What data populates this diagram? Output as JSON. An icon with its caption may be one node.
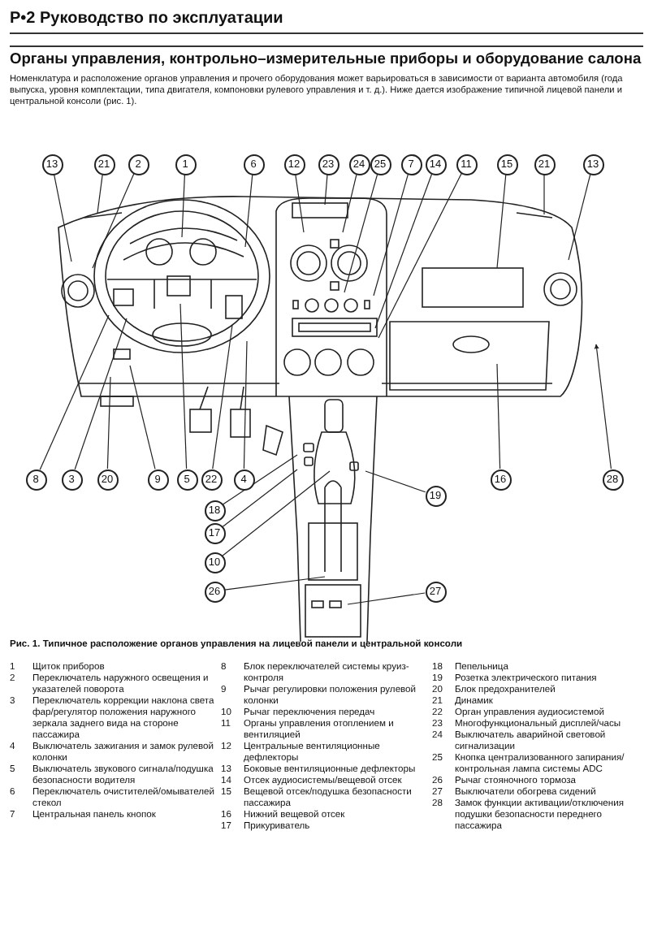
{
  "diagram": {
    "title": "Органы управления, контрольно–измерительные приборы и оборудование салона",
    "caption": "Рис. 1. Типичное расположение органов управления на лицевой панели и центральной консоли",
    "nodes": [
      {
        "text": [
          "13"
        ]
      },
      {
        "text": [
          "21"
        ]
      },
      {
        "text": [
          "2"
        ]
      },
      {
        "text": [
          "1"
        ]
      },
      {
        "text": [
          "6"
        ]
      },
      {
        "text": [
          "12"
        ]
      },
      {
        "text": [
          "23"
        ]
      },
      {
        "text": [
          "24"
        ]
      },
      {
        "text": [
          "25"
        ]
      },
      {
        "text": [
          "7"
        ]
      },
      {
        "text": [
          "14"
        ]
      },
      {
        "text": [
          "11"
        ]
      },
      {
        "text": [
          "15"
        ]
      },
      {
        "text": [
          "21"
        ]
      },
      {
        "text": [
          "13"
        ]
      },
      {
        "text": [
          "8"
        ]
      },
      {
        "text": [
          "3"
        ]
      },
      {
        "text": [
          "20"
        ]
      },
      {
        "text": [
          "9"
        ]
      },
      {
        "text": [
          "5"
        ]
      },
      {
        "text": [
          "22"
        ]
      },
      {
        "text": [
          "4"
        ]
      },
      {
        "text": [
          "16"
        ]
      },
      {
        "text": [
          "28"
        ]
      },
      {
        "text": [
          "19"
        ]
      },
      {
        "text": [
          "18"
        ]
      },
      {
        "text": [
          "17"
        ]
      },
      {
        "text": [
          "10"
        ]
      },
      {
        "text": [
          "26"
        ]
      },
      {
        "text": [
          "27"
        ]
      }
    ],
    "edges": [
      {
        "from": 0,
        "to": null,
        "arrow": "none"
      },
      {
        "from": 1,
        "to": null,
        "arrow": "none"
      },
      {
        "from": 2,
        "to": null,
        "arrow": "none"
      },
      {
        "from": 3,
        "to": null,
        "arrow": "none"
      },
      {
        "from": 4,
        "to": null,
        "arrow": "none"
      },
      {
        "from": 5,
        "to": null,
        "arrow": "none"
      },
      {
        "from": 6,
        "to": null,
        "arrow": "none"
      },
      {
        "from": 7,
        "to": null,
        "arrow": "none"
      },
      {
        "from": 8,
        "to": null,
        "arrow": "none"
      },
      {
        "from": 9,
        "to": null,
        "arrow": "none"
      },
      {
        "from": 10,
        "to": null,
        "arrow": "none"
      },
      {
        "from": 11,
        "to": null,
        "arrow": "none"
      },
      {
        "from": 12,
        "to": null,
        "arrow": "none"
      },
      {
        "from": 13,
        "to": null,
        "arrow": "none"
      },
      {
        "from": 14,
        "to": null,
        "arrow": "none"
      },
      {
        "from": 15,
        "to": null,
        "arrow": "none"
      },
      {
        "from": 16,
        "to": null,
        "arrow": "none"
      },
      {
        "from": 17,
        "to": null,
        "arrow": "none"
      },
      {
        "from": 18,
        "to": null,
        "arrow": "none"
      },
      {
        "from": 19,
        "to": null,
        "arrow": "none"
      },
      {
        "from": 20,
        "to": null,
        "arrow": "none"
      },
      {
        "from": 21,
        "to": null,
        "arrow": "none"
      },
      {
        "from": 22,
        "to": null,
        "arrow": "none"
      },
      {
        "from": 23,
        "to": null,
        "arrow": "to"
      },
      {
        "from": 24,
        "to": null,
        "arrow": "none"
      },
      {
        "from": 25,
        "to": null,
        "arrow": "none"
      },
      {
        "from": 26,
        "to": null,
        "arrow": "none"
      },
      {
        "from": 27,
        "to": null,
        "arrow": "none"
      },
      {
        "from": 28,
        "to": null,
        "arrow": "none"
      },
      {
        "from": 29,
        "to": null,
        "arrow": "none"
      }
    ],
    "labels": [
      "Р•2 Руководство по эксплуатации",
      "Номенклатура и расположение органов управления и прочего оборудования может варьироваться в зависимости от варианта автомобиля (года выпуска, уровня комплектации, типа двигателя, компоновки рулевого управления и т. д.). Ниже дается изображение типичной лицевой панели и центральной консоли (рис. 1).",
      "1",
      "Щиток приборов",
      "2",
      "Переключатель наружного освещения и указателей поворота",
      "3",
      "Переключатель коррекции наклона света фар/регулятор положения наружного зеркала заднего вида на стороне пассажира",
      "4",
      "Выключатель зажигания и замок рулевой колонки",
      "5",
      "Выключатель звукового сигнала/подушка безопасности водителя",
      "6",
      "Переключатель очистителей/омывателей стекол",
      "7",
      "Центральная панель кнопок",
      "8",
      "Блок переключателей системы круиз-контроля",
      "9",
      "Рычаг регулировки положения рулевой колонки",
      "10",
      "Рычаг переключения передач",
      "11",
      "Органы управления отоплением и вентиляцией",
      "12",
      "Центральные вентиляционные дефлекторы",
      "13",
      "Боковые вентиляционные дефлекторы",
      "14",
      "Отсек аудиосистемы/вещевой отсек",
      "15",
      "Вещевой отсек/подушка безопасности пассажира",
      "16",
      "Нижний вещевой отсек",
      "17",
      "Прикуриватель",
      "18",
      "Пепельница",
      "19",
      "Розетка электрического питания",
      "20",
      "Блок предохранителей",
      "21",
      "Динамик",
      "22",
      "Орган управления аудиосистемой",
      "23",
      "Многофункциональный дисплей/часы",
      "24",
      "Выключатель аварийной световой сигнализации",
      "25",
      "Кнопка централизованного запирания/контрольная лампа системы ADC",
      "26",
      "Рычаг стояночного тормоза",
      "27",
      "Выключатели обогрева сидений",
      "28",
      "Замок функции активации/отключения подушки безопасности переднего пассажира"
    ]
  }
}
